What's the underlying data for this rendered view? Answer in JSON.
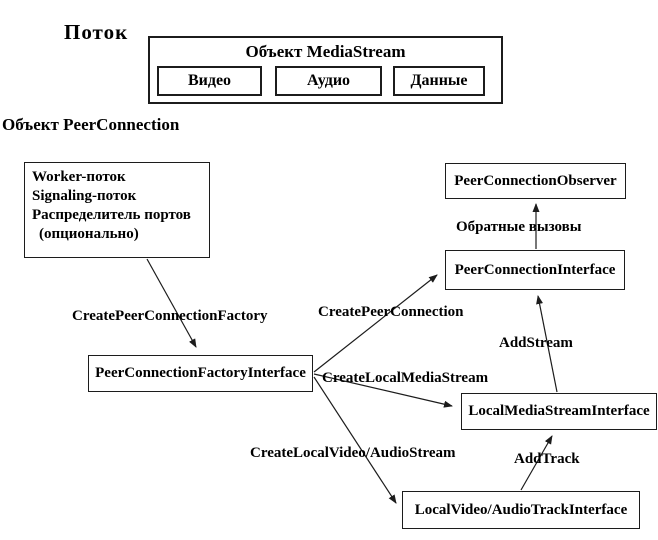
{
  "colors": {
    "ink": "#000000",
    "line": "#1c1c1c",
    "background": "#ffffff"
  },
  "labels": {
    "stream": "Поток",
    "peerconnection_object": "Объект PeerConnection"
  },
  "mediastream": {
    "title": "Объект MediaStream",
    "children": [
      "Видео",
      "Аудио",
      "Данные"
    ]
  },
  "nodes": {
    "worker": {
      "lines": [
        "Worker-поток",
        "Signaling-поток",
        "Распределитель портов",
        "(опционально)"
      ]
    },
    "peer_connection_observer": "PeerConnectionObserver",
    "peer_connection_interface": "PeerConnectionInterface",
    "peer_connection_factory_interface": "PeerConnectionFactoryInterface",
    "local_media_stream_interface": "LocalMediaStreamInterface",
    "local_video_audio_track_interface": "LocalVideo/AudioTrackInterface"
  },
  "edges": {
    "create_peer_connection_factory": "CreatePeerConnectionFactory",
    "create_peer_connection": "CreatePeerConnection",
    "callbacks": "Обратные вызовы",
    "add_stream": "AddStream",
    "create_local_media_stream": "CreateLocalMediaStream",
    "create_local_video_audio_stream": "CreateLocalVideo/AudioStream",
    "add_track": "AddTrack"
  }
}
